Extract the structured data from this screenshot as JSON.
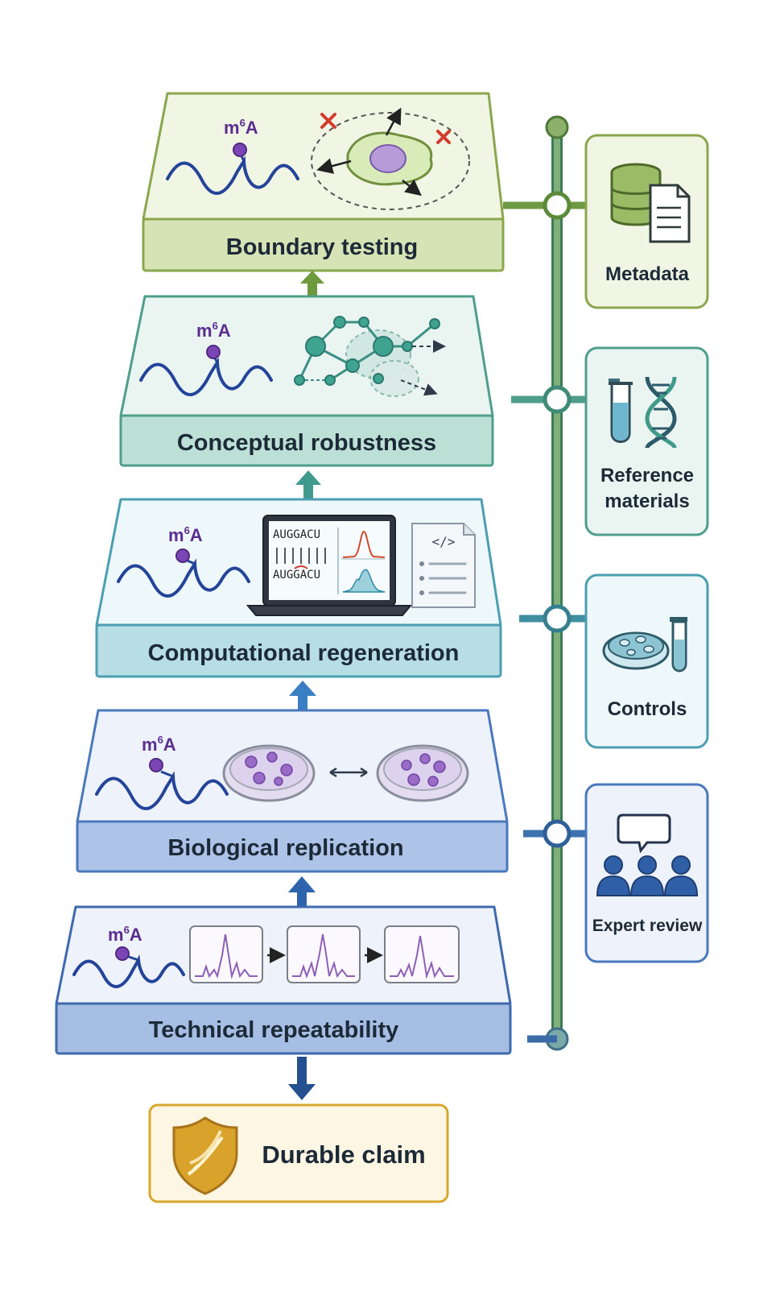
{
  "modification_label": "m",
  "modification_superscript": "6",
  "modification_suffix": "A",
  "tiers": [
    {
      "label": "Boundary testing",
      "fill": "#f1f5e4",
      "band": "#d6e3b5",
      "border": "#8aa74d",
      "text": "#1c2a38"
    },
    {
      "label": "Conceptual robustness",
      "fill": "#eaf5f2",
      "band": "#bde0d6",
      "border": "#4f9e8b",
      "text": "#1c2a38"
    },
    {
      "label": "Computational regeneration",
      "fill": "#eef7f9",
      "band": "#b7dde5",
      "border": "#4b9fb1",
      "text": "#1c2a38"
    },
    {
      "label": "Biological replication",
      "fill": "#eef3fb",
      "band": "#aec3e8",
      "border": "#4a78bd",
      "text": "#1c2a38"
    },
    {
      "label": "Technical repeatability",
      "fill": "#eef2fb",
      "band": "#a6bde4",
      "border": "#3f69ad",
      "text": "#1c2a38"
    }
  ],
  "supports": [
    {
      "label_lines": [
        "Metadata"
      ],
      "icon": "database-document-icon",
      "fill": "#f1f5e4",
      "border": "#8aa74d"
    },
    {
      "label_lines": [
        "Reference",
        "materials"
      ],
      "icon": "test-tube-dna-icon",
      "fill": "#eaf5f2",
      "border": "#4f9e8b"
    },
    {
      "label_lines": [
        "Controls"
      ],
      "icon": "petri-dish-tube-icon",
      "fill": "#eef7f9",
      "border": "#4b9fb1"
    },
    {
      "label_lines": [
        "Expert review"
      ],
      "icon": "review-panel-icon",
      "fill": "#eef3fb",
      "border": "#4a78bd"
    }
  ],
  "sequence_top": "AUGGACU",
  "sequence_bottom": "AUGGACU",
  "code_symbol": "</>",
  "outcome": {
    "label": "Durable claim",
    "icon": "shield-dna-icon",
    "fill": "#fdf6e3",
    "border": "#d9a62e",
    "icon_color": "#d9a22a"
  },
  "colors": {
    "rna": "#24449a",
    "modification": "#6a3aa1",
    "spine": "#5f9a62",
    "spectrum": "#8e5fb8"
  }
}
